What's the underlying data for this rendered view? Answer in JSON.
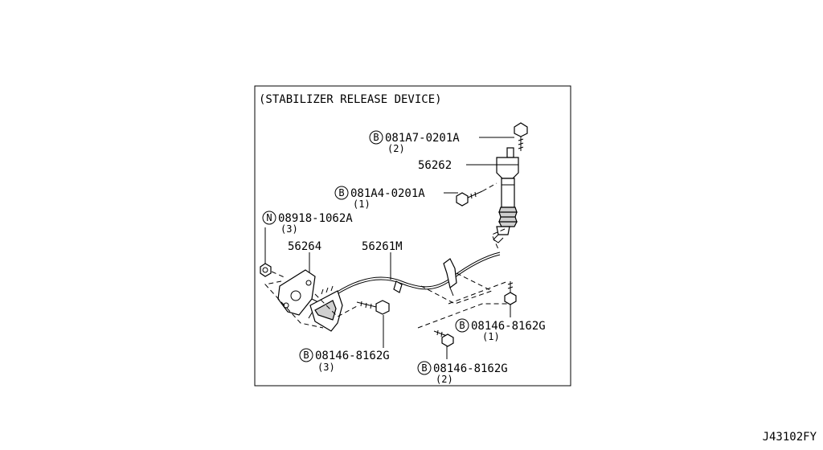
{
  "diagram": {
    "title": "(STABILIZER RELEASE DEVICE)",
    "figure_code": "J43102FY"
  },
  "callouts": [
    {
      "id": "bolt_top",
      "mark": "B",
      "part": "081A7-0201A",
      "qty": "(2)"
    },
    {
      "id": "actuator",
      "mark": "",
      "part": "56262",
      "qty": ""
    },
    {
      "id": "bolt_mid",
      "mark": "B",
      "part": "081A4-0201A",
      "qty": "(1)"
    },
    {
      "id": "nut",
      "mark": "N",
      "part": "08918-1062A",
      "qty": "(3)"
    },
    {
      "id": "bracket",
      "mark": "",
      "part": "56264",
      "qty": ""
    },
    {
      "id": "cable",
      "mark": "",
      "part": "56261M",
      "qty": ""
    },
    {
      "id": "bolt_right",
      "mark": "B",
      "part": "08146-8162G",
      "qty": "(1)"
    },
    {
      "id": "bolt_left_bottom",
      "mark": "B",
      "part": "08146-8162G",
      "qty": "(3)"
    },
    {
      "id": "bolt_center_bottom",
      "mark": "B",
      "part": "08146-8162G",
      "qty": "(2)"
    }
  ]
}
